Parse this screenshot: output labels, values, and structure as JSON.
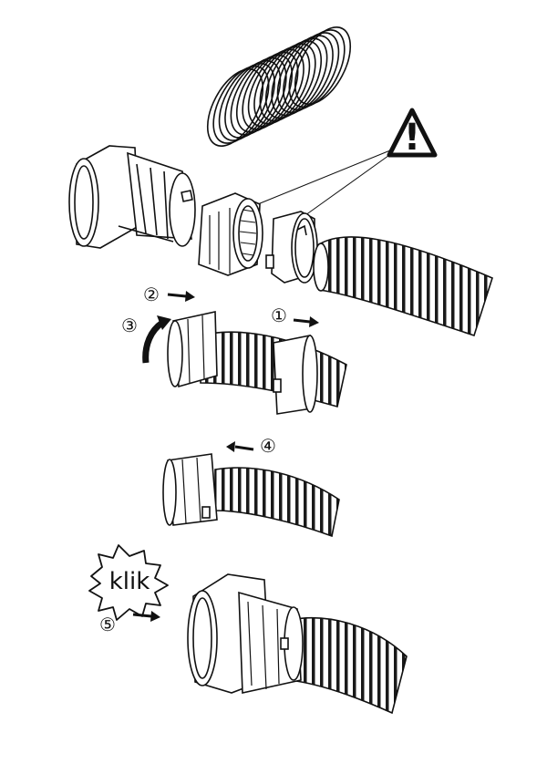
{
  "warning": {
    "symbol": "!",
    "icon": "warning-triangle-icon"
  },
  "steps": [
    {
      "id": "step-1",
      "label": "①"
    },
    {
      "id": "step-2",
      "label": "②"
    },
    {
      "id": "step-3",
      "label": "③"
    },
    {
      "id": "step-4",
      "label": "④"
    },
    {
      "id": "step-5",
      "label": "⑤"
    }
  ],
  "klik": {
    "text": "klik"
  },
  "colors": {
    "line": "#111111",
    "fill": "#ffffff",
    "hose_fill": "#d9d9d9"
  }
}
